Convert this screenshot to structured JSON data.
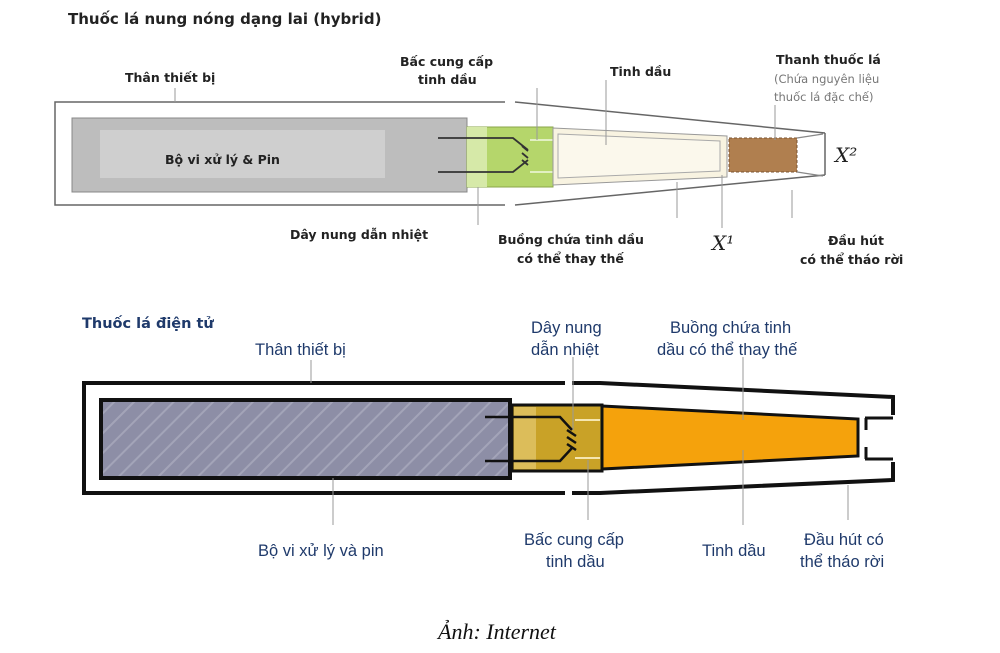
{
  "hybrid": {
    "title": "Thuốc lá nung nóng dạng lai (hybrid)",
    "labels": {
      "body": "Thân thiết bị",
      "wick_1": "Bấc cung cấp",
      "wick_2": "tinh dầu",
      "liquid": "Tinh dầu",
      "stick": "Thanh thuốc lá",
      "stick_note_1": "(Chứa nguyên liệu",
      "stick_note_2": "thuốc lá đặc chế)",
      "processor": "Bộ vi xử lý & Pin",
      "x2": "X²",
      "coil": "Dây nung dẫn nhiệt",
      "chamber_1": "Buồng chứa tinh dầu",
      "chamber_2": "có thể thay thế",
      "x1": "X¹",
      "mouth_1": "Đầu hút",
      "mouth_2": "có thể tháo rời"
    }
  },
  "ecig": {
    "title": "Thuốc lá điện tử",
    "labels": {
      "body": "Thân thiết bị",
      "coil_1": "Dây nung",
      "coil_2": "dẫn nhiệt",
      "chamber_1": "Buồng chứa tinh",
      "chamber_2": "dầu có thể thay thế",
      "processor": "Bộ vi xử lý và pin",
      "wick_1": "Bấc cung cấp",
      "wick_2": "tinh dầu",
      "liquid": "Tinh dầu",
      "mouth_1": "Đầu hút có",
      "mouth_2": "thể tháo rời"
    }
  },
  "caption": "Ảnh: Internet",
  "colors": {
    "hybrid_battery": "#bdbdbd",
    "hybrid_wick": "#b5d66b",
    "hybrid_liquid": "#f8f3e1",
    "tobacco": "#b07f4f",
    "ecig_battery": "#8d8ea6",
    "ecig_wick": "#c9a227",
    "ecig_liquid": "#f5a20c",
    "navy": "#1f3a6b"
  }
}
